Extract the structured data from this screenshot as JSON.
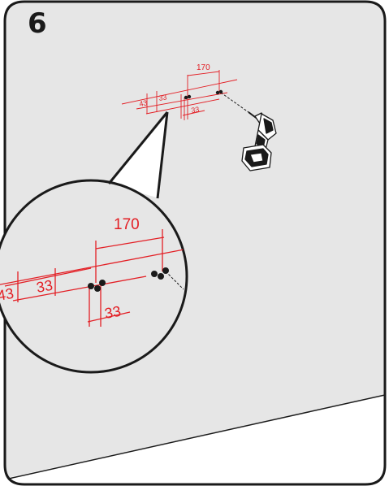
{
  "step": {
    "number": "6"
  },
  "dimensions": {
    "overview": {
      "spacing_a": "170",
      "offset_left": "43",
      "offset_mid": "33",
      "offset_low": "33"
    },
    "detail": {
      "spacing_a": "170",
      "offset_left": "43",
      "offset_mid": "33",
      "offset_low": "33"
    }
  },
  "colors": {
    "panel_fill": "#e6e6e6",
    "dimension_red": "#e31e24",
    "outline": "#1a1a1a",
    "floor": "#ffffff"
  },
  "icons": [
    "power-drill-icon",
    "screw-hole-icon",
    "magnifier-callout-icon"
  ]
}
